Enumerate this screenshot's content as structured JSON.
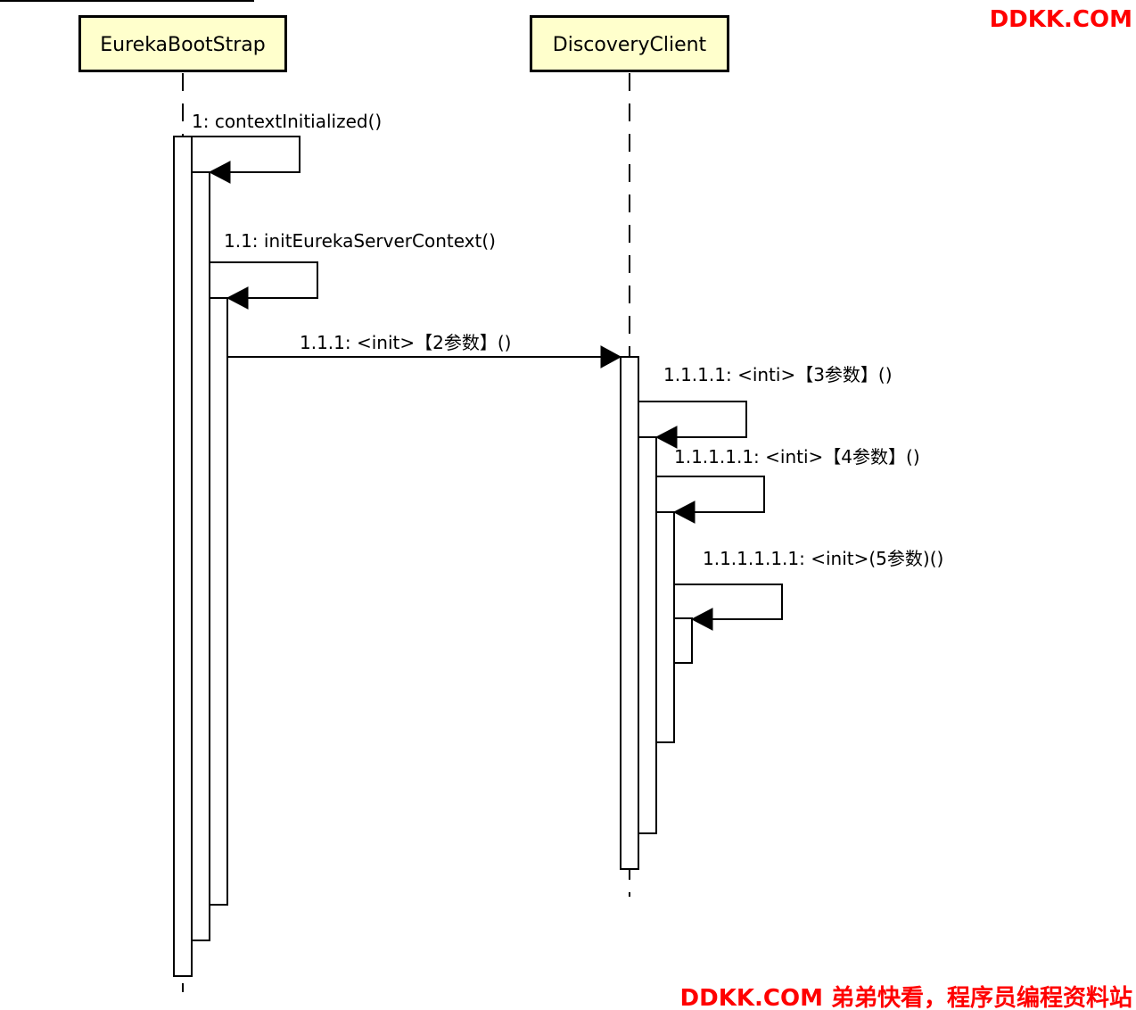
{
  "lifelines": [
    {
      "id": "eureka",
      "title": "EurekaBootStrap"
    },
    {
      "id": "discovery",
      "title": "DiscoveryClient"
    }
  ],
  "messages": [
    {
      "id": "m1",
      "label": "1: contextInitialized()"
    },
    {
      "id": "m2",
      "label": "1.1: initEurekaServerContext()"
    },
    {
      "id": "m3",
      "label": "1.1.1: <init>【2参数】()"
    },
    {
      "id": "m4",
      "label": "1.1.1.1: <inti>【3参数】()"
    },
    {
      "id": "m5",
      "label": "1.1.1.1.1: <inti>【4参数】()"
    },
    {
      "id": "m6",
      "label": "1.1.1.1.1.1: <init>(5参数)()"
    }
  ],
  "watermark": {
    "top_right": "DDKK.COM",
    "bottom_right": "DDKK.COM 弟弟快看，程序员编程资料站",
    "color": "#ff0000"
  },
  "colors": {
    "lifeline_fill": "#ffffcc",
    "line": "#000000"
  }
}
